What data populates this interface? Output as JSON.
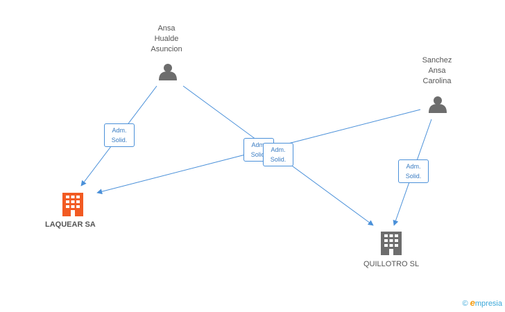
{
  "people": [
    {
      "id": "p1",
      "name": "Ansa\nHualde\nAsuncion"
    },
    {
      "id": "p2",
      "name": "Sanchez\nAnsa\nCarolina"
    }
  ],
  "companies": [
    {
      "id": "c1",
      "name": "LAQUEAR SA",
      "color": "#f25a22"
    },
    {
      "id": "c2",
      "name": "QUILLOTRO SL",
      "color": "#6d6d6d"
    }
  ],
  "relations": [
    {
      "label": "Adm.\nSolid."
    },
    {
      "label": "Adm.\nSolid."
    },
    {
      "label": "Adm.\nSolid."
    },
    {
      "label": "Adm.\nSolid."
    }
  ],
  "watermark": {
    "copyright": "©",
    "brand_e": "e",
    "brand_rest": "mpresia"
  },
  "colors": {
    "edge": "#4a90d9",
    "person": "#6d6d6d"
  }
}
